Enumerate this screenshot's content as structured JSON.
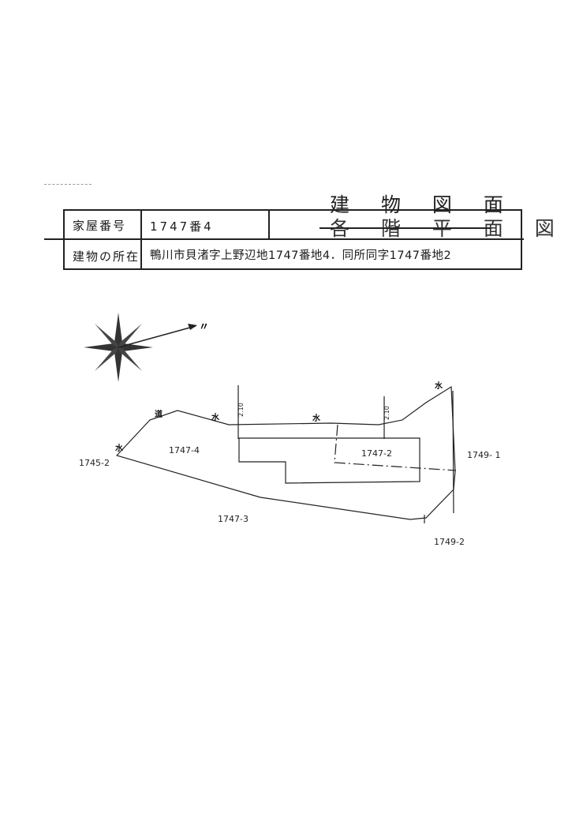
{
  "header": {
    "title_main": "建 物 図 面",
    "title_sub_struck": "各 階 平 面 図"
  },
  "table": {
    "house_no_label": "家屋番号",
    "house_no_value": "1747番4",
    "location_label": "建物の所在",
    "location_value": "鴨川市貝渚字上野辺地1747番地4．同所同字1747番地2"
  },
  "compass": {
    "north_label": "〃",
    "icon": "compass-rose-icon"
  },
  "plot_labels": {
    "lot_1747_4": "1747-4",
    "lot_1747_2": "1747-2",
    "lot_1747_3": "1747-3",
    "lot_1745_2": "1745-2",
    "lot_1749_1": "1749- 1",
    "lot_1749_2": "1749-2",
    "dim_left": "2.10",
    "dim_right": "2.10",
    "road": "道",
    "water_1": "水",
    "water_2": "水",
    "water_3": "水",
    "water_4": "水"
  }
}
